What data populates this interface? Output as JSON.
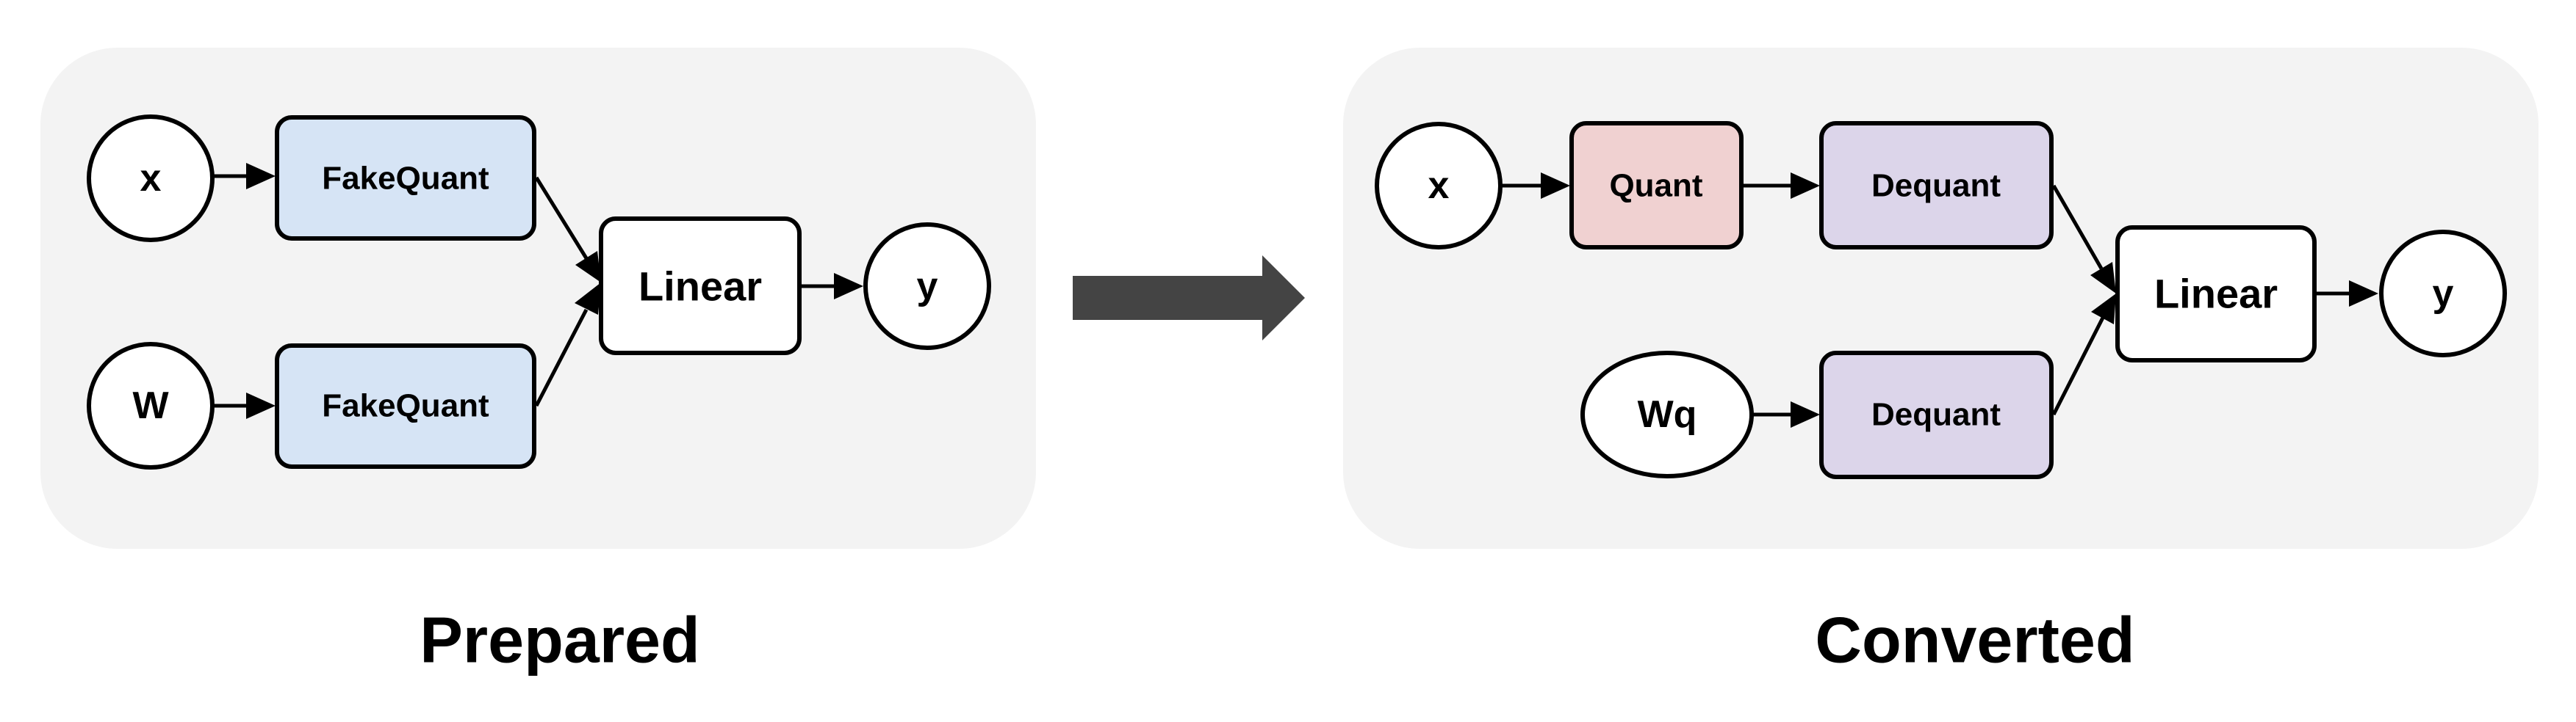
{
  "colors": {
    "panel": "#f3f3f3",
    "fakequant": "#d6e4f5",
    "quant": "#f0d1d1",
    "dequant": "#dcd5ea",
    "plain": "#ffffff",
    "big_arrow": "#444444"
  },
  "prepared": {
    "caption": "Prepared",
    "nodes": {
      "x": "x",
      "w": "W",
      "fakequant_top": "FakeQuant",
      "fakequant_bottom": "FakeQuant",
      "linear": "Linear",
      "y": "y"
    }
  },
  "converted": {
    "caption": "Converted",
    "nodes": {
      "x": "x",
      "quant": "Quant",
      "dequant_top": "Dequant",
      "wq": "Wq",
      "dequant_bottom": "Dequant",
      "linear": "Linear",
      "y": "y"
    }
  }
}
